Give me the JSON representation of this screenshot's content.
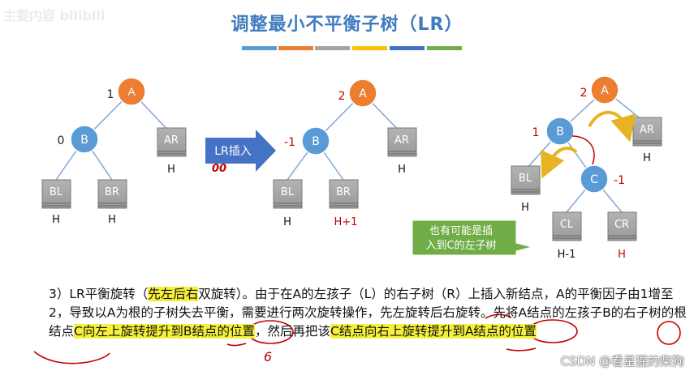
{
  "watermark": "主要内容 bilibili",
  "title": "调整最小不平衡子树（LR）",
  "title_bar_colors": [
    "#5b9bd5",
    "#ed7d31",
    "#a5a5a5",
    "#ffc000",
    "#4472c4",
    "#70ad47"
  ],
  "colors": {
    "node_orange": "#ed7d31",
    "node_blue": "#5b9bd5",
    "subtree_gray": "#a5a5a5",
    "arrow_blue": "#4472c4",
    "callout_green": "#70ad47",
    "red_text": "#c00000",
    "annot_red": "#c00000",
    "rotate_arrow": "#e6b422"
  },
  "tree1": {
    "A": {
      "label": "A",
      "bf": "1"
    },
    "B": {
      "label": "B",
      "bf": "0"
    },
    "AR": {
      "label": "AR",
      "height": "H"
    },
    "BL": {
      "label": "BL",
      "height": "H"
    },
    "BR": {
      "label": "BR",
      "height": "H"
    }
  },
  "insert_arrow": {
    "label": "LR插入",
    "handwritten": "00"
  },
  "tree2": {
    "A": {
      "label": "A",
      "bf": "2"
    },
    "B": {
      "label": "B",
      "bf": "-1"
    },
    "AR": {
      "label": "AR",
      "height": "H"
    },
    "BL": {
      "label": "BL",
      "height": "H"
    },
    "BR": {
      "label": "BR",
      "height": "H+1"
    }
  },
  "tree3": {
    "A": {
      "label": "A",
      "bf": "2"
    },
    "B": {
      "label": "B",
      "bf": "1"
    },
    "C": {
      "label": "C",
      "bf": "-1"
    },
    "AR": {
      "label": "AR",
      "height": "H"
    },
    "BL": {
      "label": "BL",
      "height": "H"
    },
    "CL": {
      "label": "CL",
      "height": "H-1"
    },
    "CR": {
      "label": "CR",
      "height": "H"
    }
  },
  "callout": {
    "line1": "也有可能是插",
    "line2": "入到C的左子树"
  },
  "paragraph": {
    "p1": "3）LR平衡旋转（",
    "p2": "先左后右",
    "p3": "双旋转）。由于在A的左孩子（L）的右子树（R）上插入新结点，A的平衡因子由1增至2，导致以A为根的子树失去平衡，需要进行两次旋转操作，先左旋转后右旋转。先将A结点的左孩子B的右子树的根结点",
    "p4": "C向左上旋转提升到B结点的位置",
    "p5": "，然后再把该",
    "p6": "C结点向右上旋转提升到A结点的位置"
  },
  "handwritten_note": "6",
  "footer": "CSDN @看星猩的柴狗"
}
